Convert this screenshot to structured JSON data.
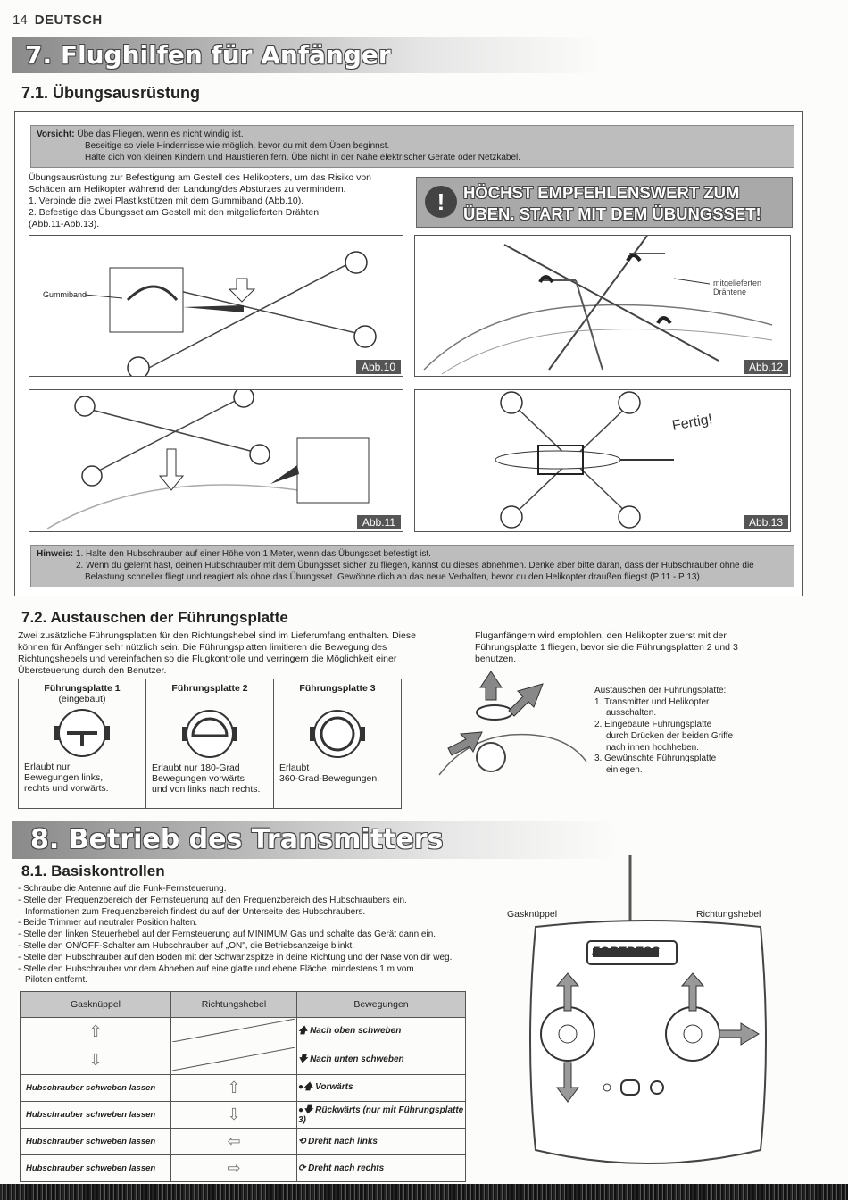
{
  "header": {
    "page_number": "14",
    "language": "DEUTSCH"
  },
  "section7": {
    "title": "7. Flughilfen für Anfänger",
    "sub1_title": "7.1. Übungsausrüstung",
    "warning": {
      "label": "Vorsicht:",
      "lines": [
        "Übe das Fliegen, wenn es nicht windig ist.",
        "Beseitige so viele Hindernisse wie möglich, bevor du mit dem Üben beginnst.",
        "Halte dich von kleinen Kindern und Haustieren fern. Übe nicht in der Nähe elektrischer Geräte oder Netzkabel."
      ]
    },
    "intro_lines": [
      "Übungsausrüstung zur Befestigung am Gestell des Helikopters, um das Risiko von",
      "Schäden am Helikopter während der Landung/des Absturzes zu vermindern.",
      "1. Verbinde die zwei Plastikstützen mit dem Gummiband (Abb.10).",
      "2. Befestige das Übungsset am Gestell mit den mitgelieferten Drähten",
      "(Abb.11-Abb.13)."
    ],
    "recommend_lines": [
      "HÖCHST EMPFEHLENSWERT ZUM",
      "ÜBEN. START MIT DEM ÜBUNGSSET!"
    ],
    "figures": {
      "abb10": "Abb.10",
      "abb11": "Abb.11",
      "abb12": "Abb.12",
      "abb13": "Abb.13",
      "gummiband": "Gummiband",
      "drahte_1": "mitgelieferten",
      "drahte_2": "Drähtene",
      "fertig": "Fertig!"
    },
    "hint": {
      "label": "Hinweis:",
      "lines": [
        "1. Halte den Hubschrauber auf einer Höhe von 1 Meter, wenn das Übungsset befestigt ist.",
        "2. Wenn du gelernt hast, deinen Hubschrauber mit dem Übungsset sicher zu fliegen, kannst du dieses abnehmen. Denke aber bitte daran, dass der Hubschrauber ohne die",
        "Belastung schneller fliegt und reagiert als ohne das Übungsset. Gewöhne dich an das neue Verhalten, bevor du den Helikopter draußen fliegst (P 11 - P 13)."
      ]
    },
    "sub2_title": "7.2. Austauschen der Führungsplatte",
    "sub2_left_lines": [
      "Zwei zusätzliche Führungsplatten für den Richtungshebel sind im Lieferumfang enthalten. Diese",
      "können für Anfänger sehr nützlich sein. Die Führungsplatten limitieren die Bewegung des",
      "Richtungshebels und vereinfachen so die Flugkontrolle und verringern die Möglichkeit einer",
      "Übersteuerung durch den Benutzer."
    ],
    "sub2_right_lines": [
      "Fluganfängern wird empfohlen, den Helikopter zuerst mit der",
      "Führungsplatte 1 fliegen, bevor sie die Führungsplatten 2 und 3",
      "benutzen."
    ],
    "plates": [
      {
        "title": "Führungsplatte 1",
        "subtitle": "(eingebaut)",
        "desc": [
          "Erlaubt nur",
          "Bewegungen links,",
          "rechts und vorwärts."
        ]
      },
      {
        "title": "Führungsplatte 2",
        "subtitle": "",
        "desc": [
          "Erlaubt nur 180-Grad",
          "Bewegungen vorwärts",
          "und von links nach rechts."
        ]
      },
      {
        "title": "Führungsplatte 3",
        "subtitle": "",
        "desc": [
          "Erlaubt",
          "360-Grad-Bewegungen."
        ]
      }
    ],
    "exchange_lines": [
      "Austauschen der Führungsplatte:",
      "1. Transmitter und Helikopter",
      "ausschalten.",
      "2. Eingebaute Führungsplatte",
      "durch Drücken der beiden Griffe",
      "nach innen hochheben.",
      "3. Gewünschte Führungsplatte",
      "einlegen."
    ]
  },
  "section8": {
    "title": "8. Betrieb des Transmitters",
    "sub1_title": "8.1. Basiskontrollen",
    "list_lines": [
      "- Schraube die Antenne auf die Funk-Fernsteuerung.",
      "- Stelle den Frequenzbereich der Fernsteuerung auf den Frequenzbereich des Hubschraubers ein.",
      "Informationen zum Frequenzbereich findest du auf der Unterseite des Hubschraubers.",
      "- Beide Trimmer auf neutraler Position halten.",
      "- Stelle den linken Steuerhebel auf der Fernsteuerung auf MINIMUM Gas und schalte das Gerät dann ein.",
      "- Stelle den ON/OFF-Schalter am Hubschrauber auf „ON\", die Betriebsanzeige blinkt.",
      "- Stelle den Hubschrauber auf den Boden mit der Schwanzspitze in deine Richtung und der Nase von dir weg.",
      "- Stelle den Hubschrauber vor dem Abheben auf eine glatte und ebene Fläche, mindestens 1 m vom",
      "Piloten entfernt."
    ],
    "table": {
      "headers": [
        "Gasknüppel",
        "Richtungshebel",
        "Bewegungen"
      ],
      "rows": [
        {
          "left": "",
          "move": "Nach oben schweben"
        },
        {
          "left": "",
          "move": "Nach unten schweben"
        },
        {
          "left": "Hubschrauber schweben lassen",
          "move": "Vorwärts"
        },
        {
          "left": "Hubschrauber schweben lassen",
          "move": "Rückwärts (nur mit Führungsplatte 3)"
        },
        {
          "left": "Hubschrauber schweben lassen",
          "move": "Dreht nach links"
        },
        {
          "left": "Hubschrauber schweben lassen",
          "move": "Dreht nach rechts"
        }
      ]
    },
    "transmitter": {
      "left_label": "Gasknüppel",
      "right_label": "Richtungshebel",
      "brand": "FORTRESS"
    }
  }
}
